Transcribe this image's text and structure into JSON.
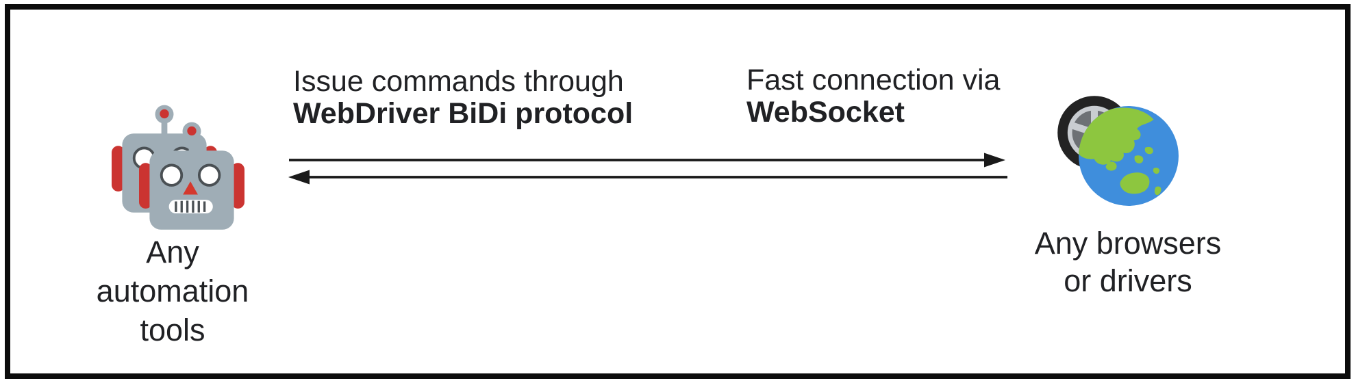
{
  "diagram": {
    "left_node": {
      "icon": "robot-icon",
      "label_lines": [
        "Any",
        "automation",
        "tools"
      ]
    },
    "right_node": {
      "icon": "tire-and-globe-icon",
      "label_lines": [
        "Any browsers",
        "or drivers"
      ]
    },
    "captions": {
      "request": {
        "line1": "Issue commands through",
        "line2_bold": "WebDriver BiDi protocol"
      },
      "response": {
        "line1": "Fast connection via",
        "line2_bold": "WebSocket"
      }
    },
    "arrows": {
      "type": "bidirectional",
      "top_direction": "left-to-right",
      "bottom_direction": "right-to-left"
    },
    "colors": {
      "border": "#0c0c0c",
      "text": "#202124",
      "arrow": "#1a1a1a",
      "robot_body": "#9fadb6",
      "robot_accent": "#cb3431",
      "robot_eye_ring": "#4a5054",
      "globe_ocean": "#3f8edc",
      "globe_land": "#8dc63f",
      "tire": "#232323",
      "rim_silver": "#c9cdd1",
      "rim_gap": "#6d7175"
    }
  }
}
